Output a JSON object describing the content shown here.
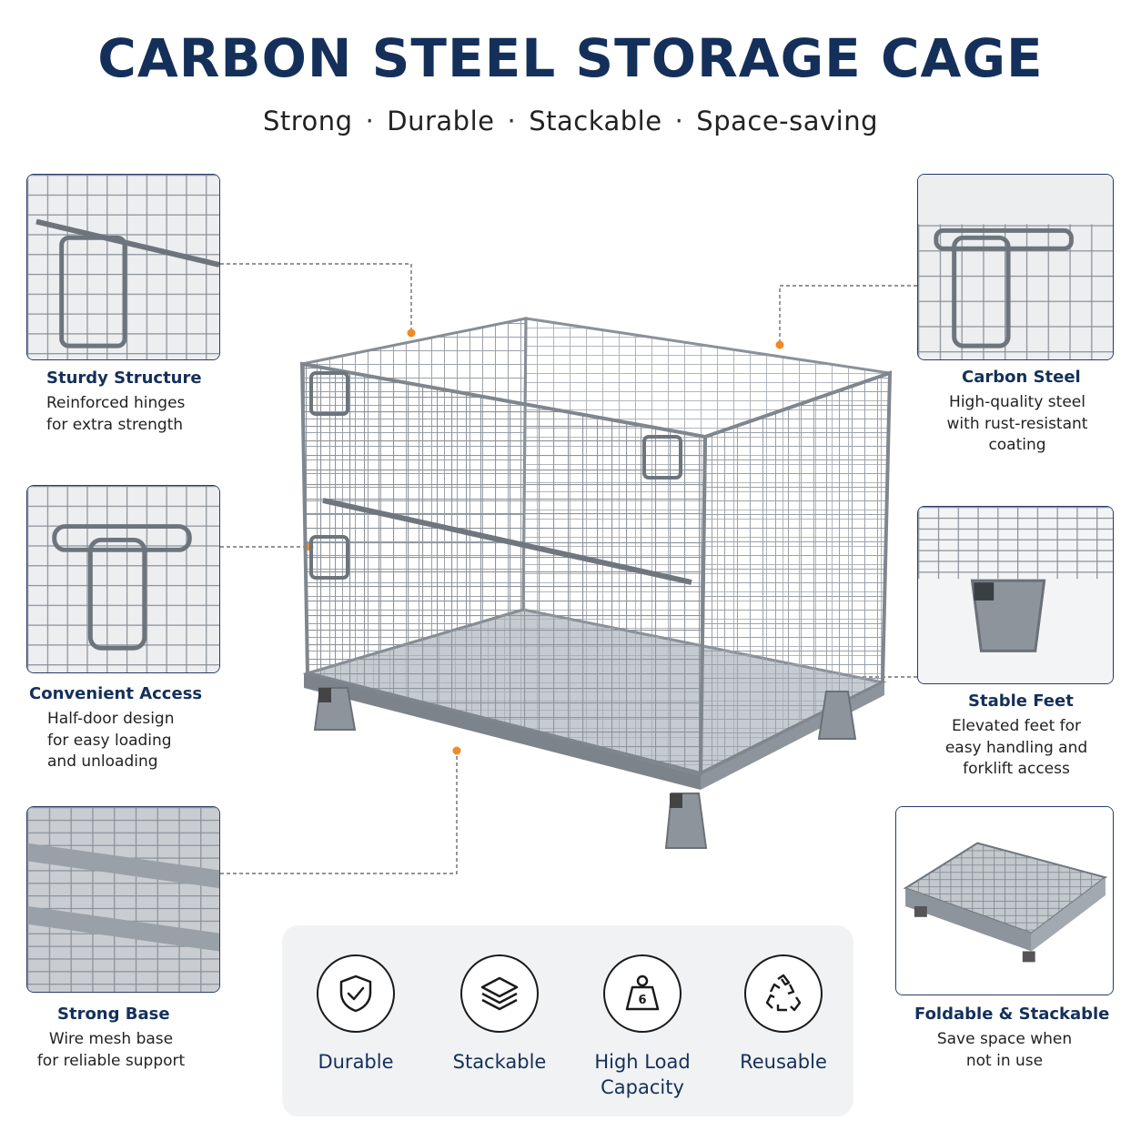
{
  "header": {
    "title": "CARBON STEEL STORAGE CAGE",
    "tagline": [
      "Strong",
      "Durable",
      "Stackable",
      "Space-saving"
    ],
    "separator": "·"
  },
  "features": {
    "sturdy": {
      "title": "Sturdy Structure",
      "desc": "Reinforced hinges\nfor extra strength"
    },
    "access": {
      "title": "Convenient Access",
      "desc": "Half-door design\nfor easy loading\nand unloading"
    },
    "base": {
      "title": "Strong Base",
      "desc": "Wire mesh base\nfor reliable support"
    },
    "steel": {
      "title": "Carbon Steel",
      "desc": "High-quality steel\nwith rust-resistant\ncoating"
    },
    "feet": {
      "title": "Stable Feet",
      "desc": "Elevated feet for\neasy handling and\nforklift access"
    },
    "fold": {
      "title": "Foldable & Stackable",
      "desc": "Save space when\nnot in use"
    }
  },
  "benefits": [
    {
      "label": "Durable",
      "icon": "shield-check-icon"
    },
    {
      "label": "Stackable",
      "icon": "layers-icon"
    },
    {
      "label": "High Load\nCapacity",
      "icon": "weight-icon",
      "weight_mark": "6"
    },
    {
      "label": "Reusable",
      "icon": "recycle-icon"
    }
  ],
  "colors": {
    "navy": "#14305a",
    "accent_dot": "#f08a24",
    "panel_bg": "#f1f2f4",
    "steel": "#9aa1a9"
  }
}
